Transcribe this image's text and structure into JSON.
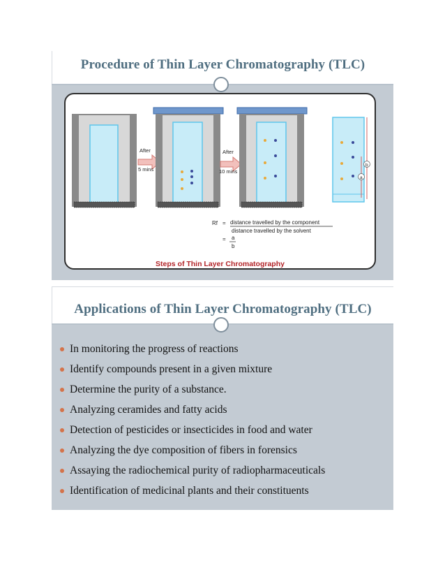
{
  "slide1": {
    "title": "Procedure of Thin Layer Chromatography (TLC)",
    "figure": {
      "arrow1": {
        "top": "After",
        "bottom": "5 mins"
      },
      "arrow2": {
        "top": "After",
        "bottom": "10 mins"
      },
      "formula": {
        "lhs": "Rf",
        "eq": "=",
        "numerator": "distance travelled by the component",
        "denominator": "distance travelled by the solvent",
        "eq2": "=",
        "frac_num": "a",
        "frac_den": "b"
      },
      "plate_labels": {
        "b": "b",
        "a": "a"
      },
      "caption": "Steps of Thin Layer Chromatography"
    },
    "colors": {
      "accent": "#4f6e80",
      "caption": "#b3262a",
      "slide_bg": "#c3cbd3",
      "bullet": "#d4734a"
    }
  },
  "slide2": {
    "title": "Applications of Thin Layer Chromatography (TLC)",
    "items": [
      "In monitoring the progress of reactions",
      "Identify compounds present in a given mixture",
      "Determine the purity of a substance.",
      "Analyzing ceramides and fatty acids",
      "Detection of pesticides or insecticides in food and water",
      "Analyzing the dye composition of fibers in forensics",
      "Assaying the radiochemical purity of radiopharmaceuticals",
      "Identification of medicinal plants and their constituents"
    ]
  }
}
